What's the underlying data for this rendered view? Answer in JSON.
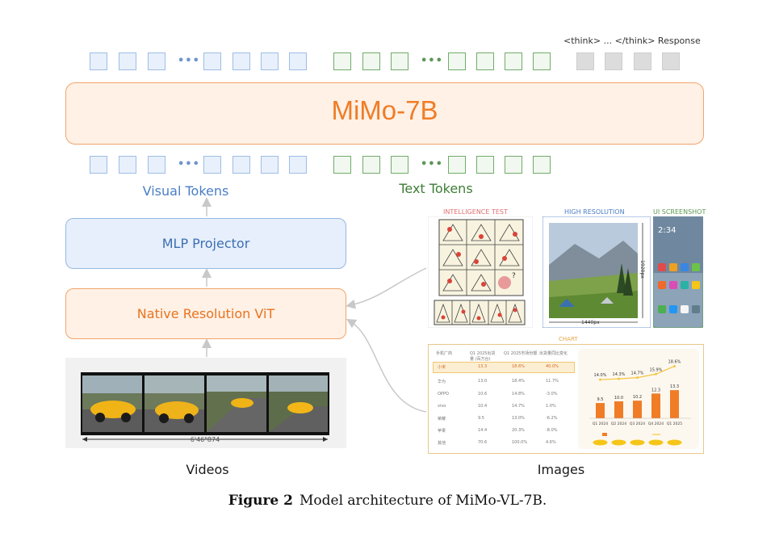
{
  "think_label": "<think> ... </think> Response",
  "llm": {
    "title": "MiMo-7B"
  },
  "labels": {
    "visual_tokens": "Visual Tokens",
    "text_tokens": "Text Tokens",
    "mlp_projector": "MLP Projector",
    "native_vit": "Native Resolution ViT",
    "videos": "Videos",
    "images": "Images"
  },
  "token_ellipsis": "•••",
  "video": {
    "duration": "6'46\"874"
  },
  "images": {
    "intelligence_test": {
      "title": "INTELLIGENCE TEST",
      "color": "#e07070"
    },
    "high_resolution": {
      "title": "HIGH RESOLUTION",
      "color": "#4a7ec6",
      "width_label": "1440px",
      "height_label": "1920px"
    },
    "ui_screenshot": {
      "title": "UI SCREENSHOT",
      "color": "#5b9a4f",
      "clock": "2:34"
    },
    "chart": {
      "title": "CHART",
      "color": "#e5a64a",
      "table_headers": [
        "手机厂商",
        "Q1 2025出货量\n(百万台)",
        "Q1 2025市场份额",
        "出货量同比变化"
      ],
      "table_rows": [
        [
          "小米",
          "13.3",
          "18.6%",
          "40.0%"
        ],
        [
          "华为",
          "13.0",
          "18.4%",
          "11.7%"
        ],
        [
          "OPPO",
          "10.6",
          "14.8%",
          "-3.0%"
        ],
        [
          "vivo",
          "10.4",
          "14.7%",
          "1.0%"
        ],
        [
          "荣耀",
          "9.5",
          "13.0%",
          "-6.2%"
        ],
        [
          "苹果",
          "14.4",
          "20.3%",
          "-8.0%"
        ],
        [
          "其他",
          "70.6",
          "100.0%",
          "4.6%"
        ]
      ]
    }
  },
  "chart_data": {
    "type": "bar",
    "categories": [
      "Q1 2024",
      "Q2 2024",
      "Q3 2024",
      "Q4 2024",
      "Q1 2025"
    ],
    "series": [
      {
        "values": [
          9.5,
          10.0,
          10.2,
          12.3,
          13.3
        ]
      },
      {
        "values": [
          14.0,
          14.3,
          14.7,
          15.9,
          18.6
        ]
      }
    ],
    "bar_labels": [
      "9.5",
      "10.0",
      "10.2",
      "12.3",
      "13.3"
    ],
    "line_labels": [
      "14.0%",
      "14.3%",
      "14.7%",
      "15.9%",
      "18.6%"
    ],
    "colors": {
      "bar": "#f07c26",
      "line": "#f4c542"
    }
  },
  "caption": {
    "label": "Figure 2",
    "text": "Model architecture of MiMo-VL-7B."
  }
}
